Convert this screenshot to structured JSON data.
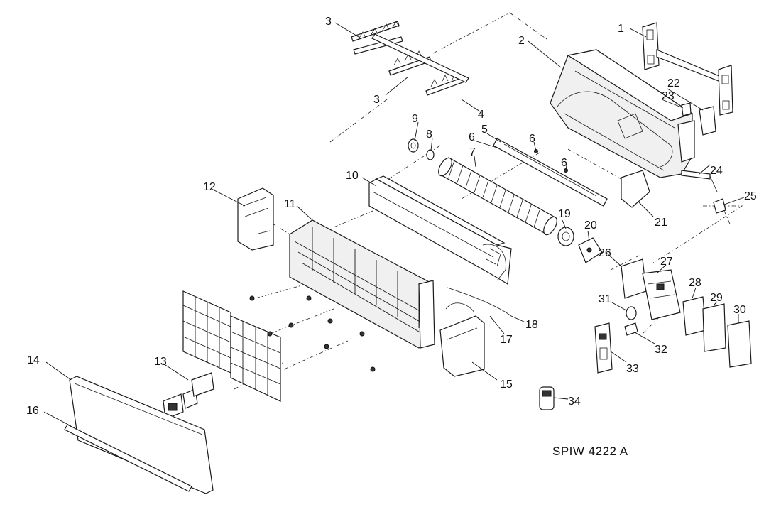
{
  "diagram": {
    "model": "SPIW 4222 A",
    "labels": [
      "1",
      "2",
      "3",
      "3",
      "4",
      "5",
      "6",
      "6",
      "6",
      "7",
      "8",
      "9",
      "10",
      "11",
      "12",
      "13",
      "14",
      "15",
      "16",
      "17",
      "18",
      "19",
      "20",
      "21",
      "22",
      "23",
      "24",
      "25",
      "26",
      "27",
      "28",
      "29",
      "30",
      "31",
      "32",
      "33",
      "34"
    ]
  }
}
